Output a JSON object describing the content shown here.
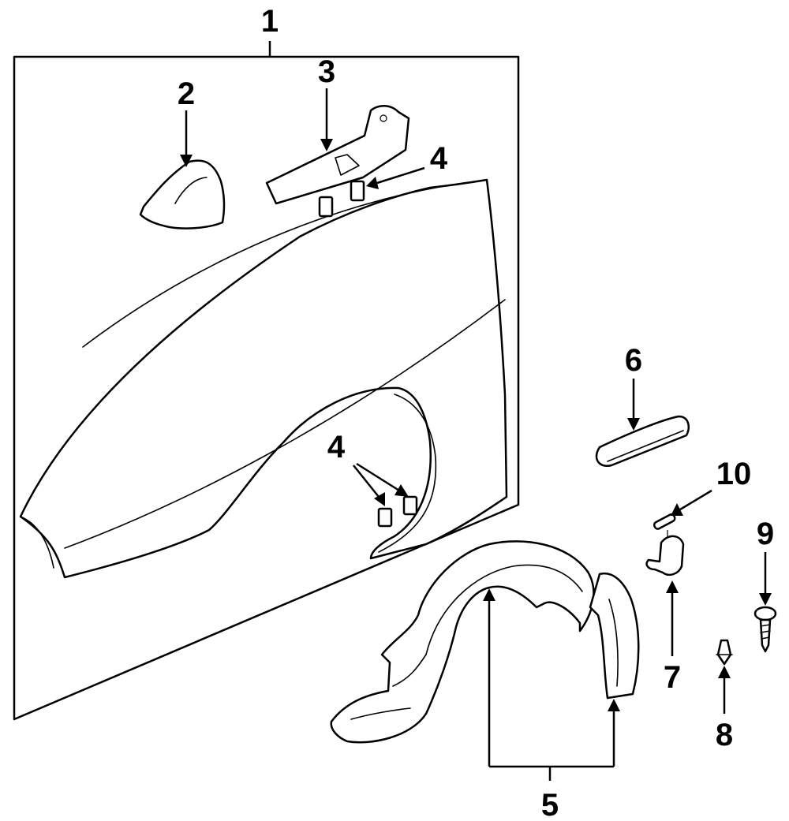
{
  "callouts": {
    "c1": "1",
    "c2": "2",
    "c3": "3",
    "c4_upper": "4",
    "c4_lower": "4",
    "c5": "5",
    "c6": "6",
    "c7": "7",
    "c8": "8",
    "c9": "9",
    "c10": "10"
  },
  "colors": {
    "line": "#000000",
    "background": "#ffffff"
  }
}
